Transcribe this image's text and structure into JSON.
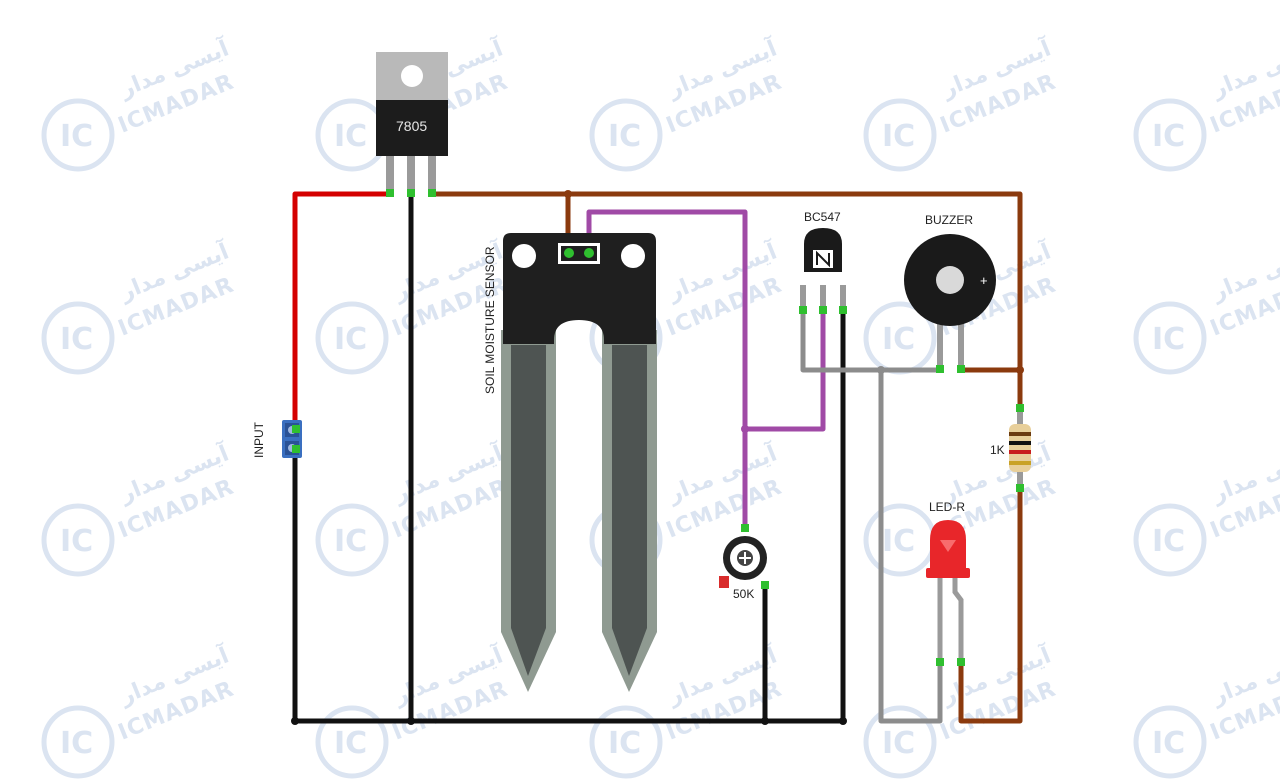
{
  "watermark": {
    "latin": "ICMADAR",
    "arabic": "آیسی مدار",
    "badge": "IC"
  },
  "labels": {
    "regulator": "7805",
    "sensor": "SOIL MOISTURE SENSOR",
    "transistor": "BC547",
    "buzzer": "BUZZER",
    "buzzer_plus": "+",
    "resistor": "1K",
    "led": "LED-R",
    "pot": "50K",
    "input": "INPUT"
  },
  "colors": {
    "red_wire": "#d40000",
    "black_wire": "#111111",
    "brown_wire": "#8b3a0e",
    "purple_wire": "#a04aa6",
    "gray_wire": "#8c8c8c",
    "led": "#e8262a",
    "terminal": "#3a6fc0",
    "watermark": "#dbe4f1"
  }
}
